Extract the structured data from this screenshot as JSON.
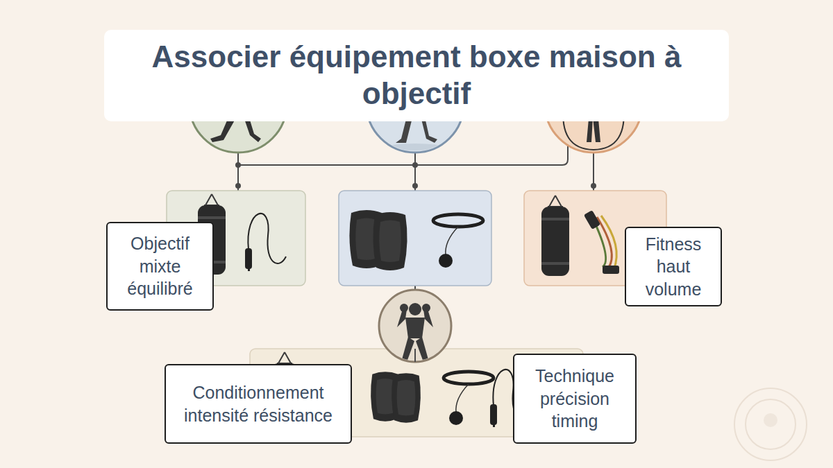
{
  "diagram": {
    "title": "Associer équipement boxe maison à objectif",
    "nodes": [
      {
        "text": [
          "Objectif mixte équilibré"
        ]
      },
      {
        "text": [
          "Fitness haut volume"
        ]
      },
      {
        "text": [
          "Conditionnement intensité résistance"
        ]
      },
      {
        "text": [
          "Technique précision timing"
        ]
      }
    ]
  }
}
